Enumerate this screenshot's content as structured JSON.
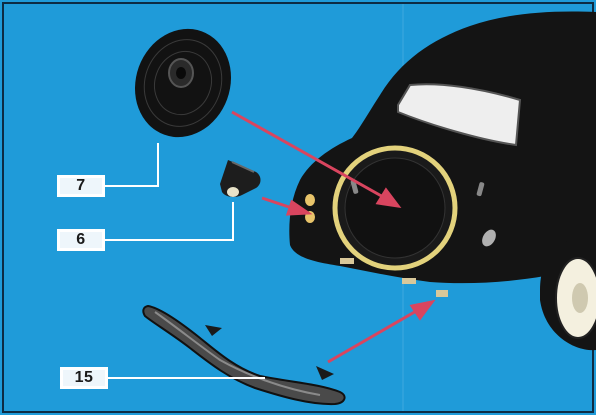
{
  "callouts": {
    "part7": "7",
    "part6": "6",
    "part15": "15"
  },
  "colors": {
    "background": "#1f9bd9",
    "car_body": "#141414",
    "arrow": "#d9455f",
    "leader_line": "#ffffff",
    "trim": "#e3d27c"
  },
  "icons": {
    "spare_wheel": "spare-wheel-icon",
    "license_bracket": "license-plate-bracket-icon",
    "bumper": "rear-bumper-icon"
  }
}
